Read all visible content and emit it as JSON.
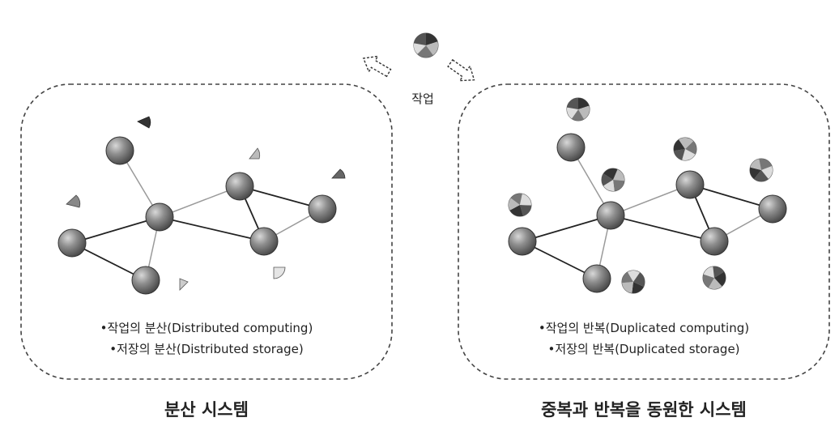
{
  "task_label": "작업",
  "left_panel": {
    "bullets": [
      "•작업의 분산(Distributed computing)",
      "•저장의 분산(Distributed storage)"
    ],
    "caption": "분산 시스템"
  },
  "right_panel": {
    "bullets": [
      "•작업의 반복(Duplicated computing)",
      "•저장의 반복(Duplicated storage)"
    ],
    "caption": "중복과 반복을 동원한 시스템"
  },
  "colors": {
    "node": "#7a7a7a",
    "edge_dark": "#222222",
    "edge_light": "#9a9a9a",
    "border": "#444444"
  },
  "icons": {
    "job": "pie-chart-icon",
    "job_split": "wedge-fragment-icon",
    "server": "sphere-node-icon",
    "flow": "dashed-arrow-icon"
  }
}
